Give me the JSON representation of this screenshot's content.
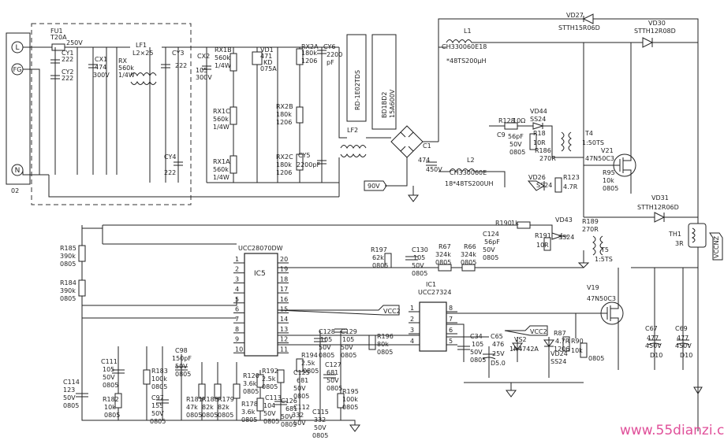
{
  "terminals": {
    "l": "L",
    "fg": "FG",
    "n": "N",
    "connector": "02"
  },
  "filter": {
    "fu1": [
      "FU1",
      "T20A",
      "250V"
    ],
    "cy1": [
      "CY1",
      "222"
    ],
    "cy2": [
      "CY2",
      "222"
    ],
    "cx1": [
      "CX1",
      "474",
      "300V"
    ],
    "rx": [
      "RX",
      "560k",
      "1/4W"
    ],
    "lf1": [
      "LF1",
      "L2×25"
    ],
    "cy3": [
      "CY3",
      "222"
    ],
    "cy4": [
      "CY4",
      "222"
    ],
    "cx2": [
      "CX2",
      "105",
      "300V"
    ],
    "rx1b": [
      "RX1B",
      "560k",
      "1/4W"
    ],
    "rx1c": [
      "RX1C",
      "560k",
      "1/4W"
    ],
    "rx1a": [
      "RX1A",
      "560k",
      "1/4W"
    ],
    "vd1": [
      "VD1",
      "471",
      "KD",
      "075A"
    ],
    "rx2a": [
      "RX2A",
      "180k",
      "1206"
    ],
    "rx2b": [
      "RX2B",
      "180k",
      "1206"
    ],
    "rx2c": [
      "RX2C",
      "180k",
      "1206"
    ],
    "cy5": [
      "CY5",
      "2200pF"
    ],
    "cy6": [
      "CY6",
      "2200",
      "pF"
    ],
    "rd": "RD-1E02TDS",
    "lf2": "LF2",
    "bd": [
      "BD1BD2",
      "15A600V"
    ],
    "c1": [
      "C1",
      "474",
      "450V"
    ],
    "net90v": "90V"
  },
  "pfc": {
    "l1": [
      "L1",
      "CH330060E18",
      "*48TS200μH"
    ],
    "l2": [
      "L2",
      "CH330060E",
      "18*48TS200UH"
    ],
    "vd27": [
      "VD27",
      "STTH15R06D"
    ],
    "vd30": [
      "VD30",
      "STTH12R08D"
    ],
    "vd31": [
      "VD31",
      "STTH12R06D"
    ],
    "r128": [
      "R128",
      "10Ω"
    ],
    "vd44": [
      "VD44",
      "SS24"
    ],
    "c9": [
      "C9",
      "56pF",
      "50V",
      "0805"
    ],
    "r18": [
      "R18",
      "10R"
    ],
    "r186": [
      "R186",
      "270R"
    ],
    "t4": [
      "T4",
      "1:50TS"
    ],
    "v21": [
      "V21",
      "47N50C3"
    ],
    "vd26": [
      "VD26",
      "SS24"
    ],
    "r123": [
      "R123",
      "4.7R"
    ],
    "r95": [
      "R95",
      "10k",
      "0805"
    ],
    "th1": [
      "TH1",
      "3R"
    ],
    "r190": [
      "R190",
      "1k"
    ],
    "vd43": [
      "VD43",
      "SS24"
    ],
    "r189": [
      "R189",
      "270R"
    ],
    "r191": [
      "R191",
      "10R"
    ],
    "c124": [
      "C124",
      "56pF",
      "50V",
      "0805"
    ],
    "t5": [
      "T5",
      "1:5TS"
    ],
    "v19": [
      "V19",
      "47N50C3"
    ],
    "cap67": [
      "C67",
      "477",
      "450V",
      "D10"
    ],
    "cap69": [
      "C69",
      "477",
      "450V",
      "D10"
    ],
    "hv_label": "VCCNZ"
  },
  "controller": {
    "ic5": [
      "IC5",
      "UCC28070DW"
    ],
    "ic1": [
      "IC1",
      "UCC27324"
    ],
    "vcc2_a": "VCC2",
    "vcc2_b": "VCC2",
    "r185": [
      "R185",
      "390k",
      "0805"
    ],
    "r184": [
      "R184",
      "390k",
      "0805"
    ],
    "c114": [
      "C114",
      "123",
      "50V",
      "0805"
    ],
    "c111": [
      "C111",
      "105",
      "50V",
      "0805"
    ],
    "r182": [
      "R182",
      "10k",
      "0805"
    ],
    "c98": [
      "C98",
      "150pF",
      "50V",
      "0805"
    ],
    "r183": [
      "R183",
      "100k",
      "0805"
    ],
    "c97": [
      "C97",
      "155",
      "50V",
      "0805"
    ],
    "r181": [
      "R181",
      "47k",
      "0805"
    ],
    "r188": [
      "R188",
      "82k",
      "0805"
    ],
    "r179": [
      "R179",
      "82k",
      "0805"
    ],
    "r120": [
      "R120",
      "3.6k",
      "0805"
    ],
    "r178": [
      "R178",
      "3.6k",
      "0805"
    ],
    "r192": [
      "R192",
      "2.5k",
      "0805"
    ],
    "c113": [
      "C113",
      "104",
      "50V",
      "0805"
    ],
    "r194": [
      "R194",
      "2.5k",
      "0805"
    ],
    "c128": [
      "C128",
      "105",
      "50V",
      "0805"
    ],
    "c129": [
      "C129",
      "105",
      "50V",
      "0805"
    ],
    "c125": [
      "C125",
      "681",
      "50V",
      "0805"
    ],
    "c126": [
      "C126",
      "681",
      "50V",
      "0805"
    ],
    "c127": [
      "C127",
      "681",
      "50V",
      "0805"
    ],
    "c112": [
      "C112",
      "332",
      "50V",
      "0805"
    ],
    "c115": [
      "C115",
      "332",
      "50V",
      "0805"
    ],
    "r195": [
      "R195",
      "100k",
      "0805"
    ],
    "r196": [
      "R196",
      "80k",
      "0805"
    ],
    "r197": [
      "R197",
      "62k",
      "0805"
    ],
    "c130": [
      "C130",
      "105",
      "50V",
      "0805"
    ],
    "r67": [
      "R67",
      "324k",
      "0805"
    ],
    "r66": [
      "R66",
      "324k",
      "0805"
    ],
    "c34": [
      "C34",
      "105",
      "50V",
      "0805"
    ],
    "c65": [
      "C65",
      "476",
      "25V",
      "D5.0"
    ],
    "vs2": [
      "VS2",
      "1N4742A"
    ],
    "vd24": [
      "VD24",
      "SS24"
    ],
    "r87": [
      "R87",
      "4.7R",
      "1206"
    ],
    "r90": [
      "R90",
      "10k",
      "0805"
    ],
    "ic5_left_pins": [
      "1",
      "2",
      "3",
      "4",
      "5",
      "6",
      "7",
      "8",
      "9",
      "10"
    ],
    "ic5_right_pins": [
      "20",
      "19",
      "18",
      "17",
      "16",
      "15",
      "14",
      "13",
      "12",
      "11"
    ],
    "ic1_pins": [
      "1",
      "2",
      "3",
      "4",
      "8",
      "7",
      "6",
      "5"
    ]
  },
  "watermark": "www.55dianzi.com"
}
